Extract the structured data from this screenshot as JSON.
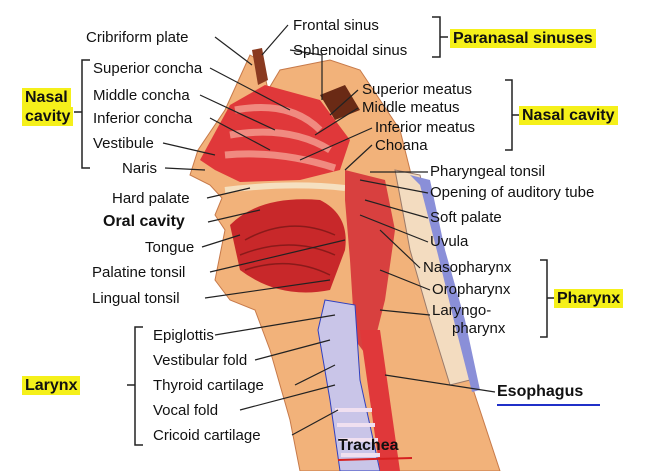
{
  "labels": {
    "cribriform_plate": "Cribriform plate",
    "superior_concha": "Superior concha",
    "middle_concha": "Middle concha",
    "inferior_concha": "Inferior concha",
    "vestibule": "Vestibule",
    "naris": "Naris",
    "hard_palate": "Hard palate",
    "oral_cavity": "Oral cavity",
    "tongue": "Tongue",
    "palatine_tonsil": "Palatine tonsil",
    "lingual_tonsil": "Lingual tonsil",
    "epiglottis": "Epiglottis",
    "vestibular_fold": "Vestibular fold",
    "thyroid_cartilage": "Thyroid cartilage",
    "vocal_fold": "Vocal fold",
    "cricoid_cartilage": "Cricoid cartilage",
    "trachea": "Trachea",
    "frontal_sinus": "Frontal sinus",
    "sphenoidal_sinus": "Sphenoidal sinus",
    "superior_meatus": "Superior meatus",
    "middle_meatus": "Middle meatus",
    "inferior_meatus": "Inferior meatus",
    "choana": "Choana",
    "pharyngeal_tonsil": "Pharyngeal tonsil",
    "opening_auditory_tube": "Opening of auditory tube",
    "soft_palate": "Soft palate",
    "uvula": "Uvula",
    "nasopharynx": "Nasopharynx",
    "oropharynx": "Oropharynx",
    "laryngopharynx_1": "Laryngo-",
    "laryngopharynx_2": "pharynx",
    "esophagus": "Esophagus"
  },
  "groups": {
    "nasal_cavity_left_1": "Nasal",
    "nasal_cavity_left_2": "cavity",
    "larynx": "Larynx",
    "paranasal_sinuses": "Paranasal sinuses",
    "nasal_cavity_right": "Nasal cavity",
    "pharynx": "Pharynx"
  },
  "colors": {
    "highlight": "#f5f01a",
    "trachea_underline": "#d62020",
    "esophagus_underline": "#2030c8",
    "skin": "#f2b27a",
    "mucosa": "#e0383a"
  }
}
